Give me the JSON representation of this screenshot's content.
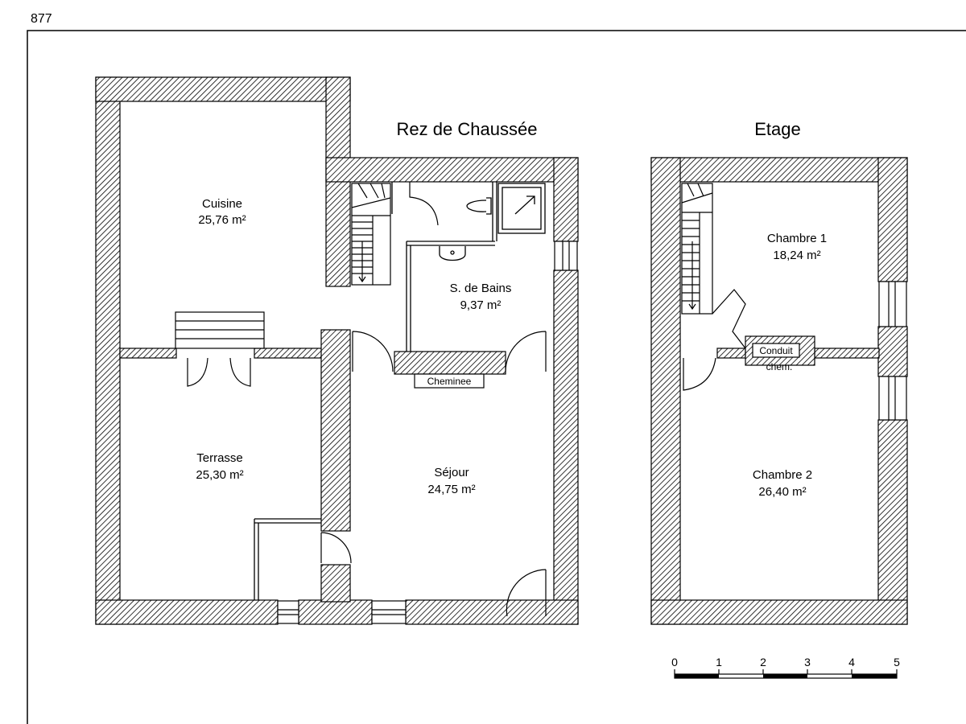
{
  "sheet": {
    "number": "877"
  },
  "ground_floor": {
    "title": "Rez de Chaussée",
    "rooms": {
      "cuisine": {
        "name": "Cuisine",
        "area": "25,76 m²"
      },
      "terrasse": {
        "name": "Terrasse",
        "area": "25,30 m²"
      },
      "sejour": {
        "name": "Séjour",
        "area": "24,75 m²"
      },
      "bains": {
        "name": "S. de Bains",
        "area": "9,37 m²"
      }
    },
    "fireplace_label": "Cheminee"
  },
  "upper_floor": {
    "title": "Etage",
    "rooms": {
      "chambre1": {
        "name": "Chambre 1",
        "area": "18,24 m²"
      },
      "chambre2": {
        "name": "Chambre 2",
        "area": "26,40 m²"
      }
    },
    "conduit_label": "Conduit",
    "chem_label": "chem."
  },
  "scale_bar": {
    "ticks": [
      "0",
      "1",
      "2",
      "3",
      "4",
      "5"
    ]
  }
}
